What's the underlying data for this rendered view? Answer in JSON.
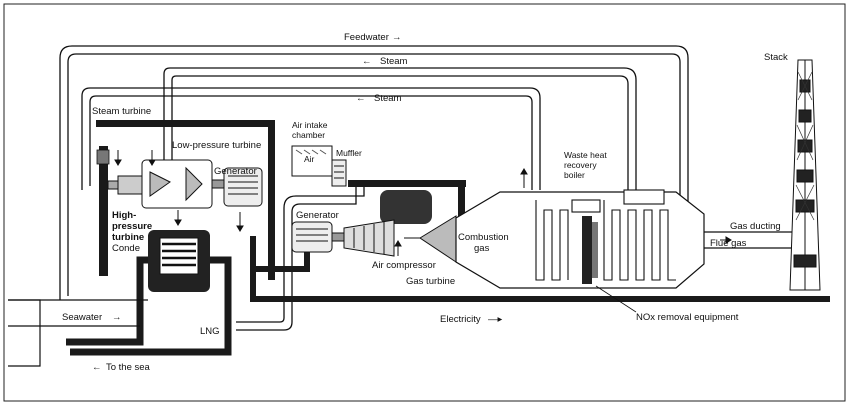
{
  "labels": {
    "feedwater": "Feedwater",
    "steam_top": "Steam",
    "steam_mid": "Steam",
    "stack": "Stack",
    "steam_turbine": "Steam turbine",
    "air_intake_line1": "Air intake",
    "air_intake_line2": "chamber",
    "air": "Air",
    "muffler": "Muffler",
    "low_pressure_turbine": "Low-pressure turbine",
    "generator_left": "Generator",
    "generator_mid": "Generator",
    "waste_heat_line1": "Waste heat",
    "waste_heat_line2": "recovery",
    "waste_heat_line3": "boiler",
    "high_line1": "High-",
    "high_line2": "pressure",
    "high_line3": "turbine",
    "condenser": "Conde",
    "combustion_line1": "Combustion",
    "combustion_line2": "gas",
    "gas_ducting": "Gas ducting",
    "flue_gas": "Flue gas",
    "air_compressor": "Air compressor",
    "gas_turbine": "Gas turbine",
    "seawater": "Seawater",
    "lng": "LNG",
    "electricity": "Electricity",
    "nox": "NOx removal equipment",
    "to_the_sea": "To the sea"
  },
  "arrows": {
    "right": "→",
    "left": "←",
    "right_long": "—▸"
  },
  "colors": {
    "line": "#111111",
    "pipe_dark": "#1a1a1a",
    "paper": "#ffffff"
  }
}
